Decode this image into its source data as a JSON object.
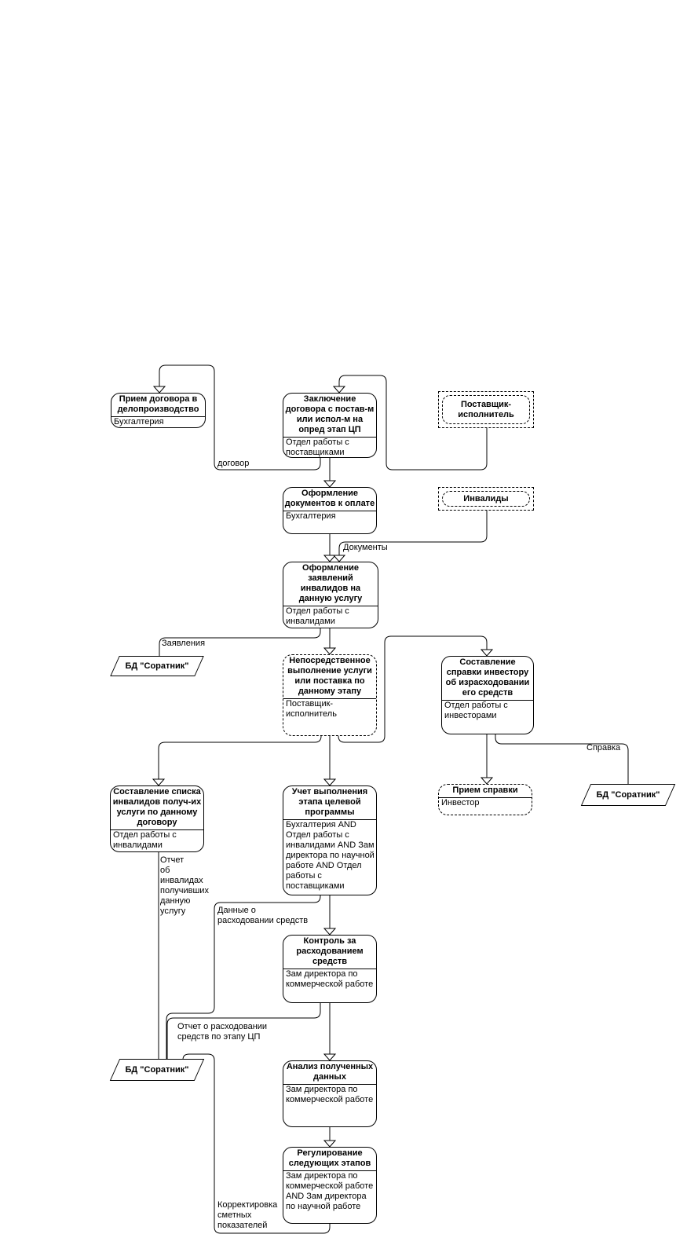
{
  "diagram": {
    "colors": {
      "line": "#000000",
      "background": "#ffffff",
      "box_fill": "#ffffff",
      "text": "#000000"
    },
    "nodes": {
      "priem_dogovora": {
        "title": "Прием договора в делопроизводство",
        "performer": "Бухгалтерия"
      },
      "zakluchenie": {
        "title": "Заключение договора с постав-м или испол-м на опред этап ЦП",
        "performer": "Отдел работы с поставщиками"
      },
      "postavshik": {
        "title": "Поставщик-исполнитель"
      },
      "oformlenie_dokumentov": {
        "title": "Оформление документов к оплате",
        "performer": "Бухгалтерия"
      },
      "invalidy": {
        "title": "Инвалиды"
      },
      "oformlenie_zayavleniy": {
        "title": "Оформление заявлений инвалидов на данную услугу",
        "performer": "Отдел работы с инвалидами"
      },
      "bd1": {
        "title": "БД \"Соратник\""
      },
      "neposredstvennoe": {
        "title": "Непосредственное выполнение услуги или поставка по данному этапу",
        "performer": "Поставщик-исполнитель"
      },
      "sostavlenie_spravki": {
        "title": "Составление справки инвестору об израсходовании его средств",
        "performer": "Отдел работы с инвесторами"
      },
      "sostavlenie_spiska": {
        "title": "Составление списка инвалидов получ-их услуги по данному договору",
        "performer": "Отдел работы с инвалидами"
      },
      "uchet": {
        "title": "Учет выполнения этапа целевой программы",
        "performer": "Бухгалтерия AND Отдел работы с инвалидами AND Зам директора по научной работе AND Отдел работы с поставщиками"
      },
      "priem_spravki": {
        "title": "Прием справки",
        "performer": "Инвестор"
      },
      "bd2": {
        "title": "БД \"Соратник\""
      },
      "kontrol": {
        "title": "Контроль за расходованием средств",
        "performer": "Зам директора по коммерческой работе"
      },
      "bd3": {
        "title": "БД \"Соратник\""
      },
      "analiz": {
        "title": "Анализ полученных данных",
        "performer": "Зам директора по коммерческой работе"
      },
      "regulirovanie": {
        "title": "Регулирование следующих этапов",
        "performer": "Зам директора по коммерческой работе AND Зам директора по научной работе"
      }
    },
    "labels": {
      "dogovor": "договор",
      "dokumenty": "Документы",
      "zayavleniya": "Заявления",
      "spravka": "Справка",
      "otchet_invalidy": "Отчет\nоб\nинвалидах\nполучивших\nданную\nуслугу",
      "dannye_rashod": "Данные о\nрасходовании средств",
      "otchet_rashod": "Отчет о расходовании\nсредств по этапу ЦП",
      "korrektirovka": "Корректировка\nсметных\nпоказателей"
    }
  }
}
